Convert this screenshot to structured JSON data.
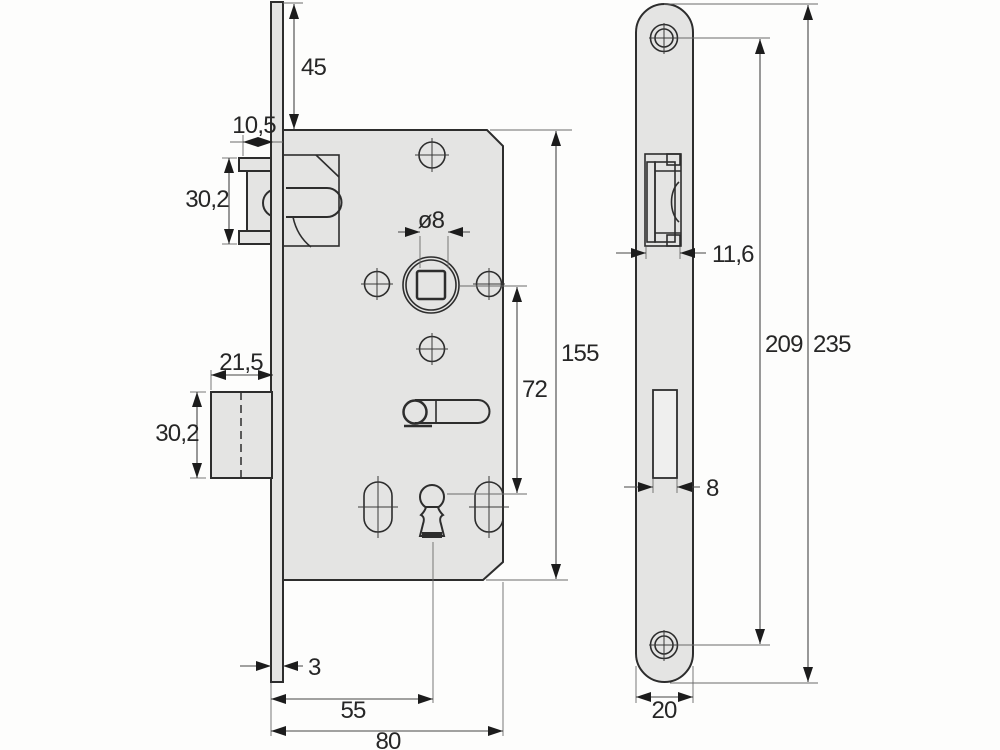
{
  "drawing": {
    "type": "technical-dimension-drawing",
    "subject": "mortise-door-lock",
    "front_view": {
      "dims": {
        "plate_top_to_case": "45",
        "latch_projection": "10,5",
        "latch_height": "30,2",
        "spindle_square": "ø8",
        "case_height": "155",
        "spindle_to_keyhole": "72",
        "bolt_projection": "21,5",
        "bolt_height": "30,2",
        "plate_thickness": "3",
        "backset": "55",
        "case_depth": "80"
      }
    },
    "side_view": {
      "dims": {
        "latch_width": "11,6",
        "screw_centers": "209",
        "plate_length": "235",
        "bolt_slot_width": "8",
        "plate_width": "20"
      }
    },
    "colors": {
      "background": "#fdfdfc",
      "metal_fill": "#e4e4e3",
      "outline": "#2d2d2d",
      "dimension_line": "#454545",
      "text": "#262626"
    }
  }
}
